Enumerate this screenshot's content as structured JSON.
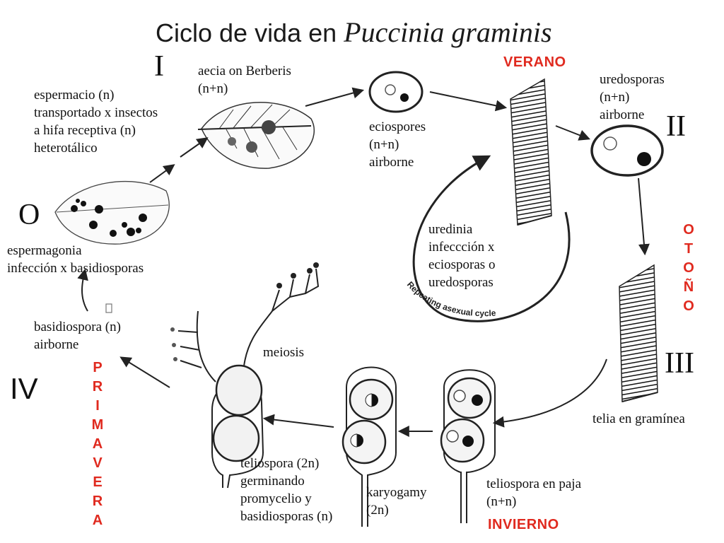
{
  "title": {
    "prefix": "Ciclo de vida en ",
    "species": "Puccinia graminis"
  },
  "stages": {
    "I": "I",
    "II": "II",
    "III": "III",
    "IV": "IV",
    "O": "O"
  },
  "seasons": {
    "summer": "VERANO",
    "autumn": [
      "O",
      "T",
      "O",
      "Ñ",
      "O"
    ],
    "winter": "INVIERNO",
    "spring": [
      "P",
      "R",
      "I",
      "M",
      "A",
      "V",
      "E",
      "R",
      "A"
    ]
  },
  "labels": {
    "aecia": [
      "aecia on Berberis",
      "(n+n)"
    ],
    "espermacio": [
      "espermacio (n)",
      "transportado x insectos",
      "a hifa receptiva (n)",
      "heterotálico"
    ],
    "eciospores": [
      "eciospores",
      "(n+n)",
      "airborne"
    ],
    "uredosporas": [
      "uredosporas",
      "(n+n)",
      "airborne"
    ],
    "uredinia": [
      "uredinia",
      "infeccción x",
      "eciosporas o",
      "uredosporas"
    ],
    "repeating": "Repeating asexual cycle",
    "espermagonia": [
      "espermagonia",
      "infección x basidiosporas"
    ],
    "basidiospora": [
      "basidiospora (n)",
      "airborne"
    ],
    "meiosis": "meiosis",
    "teliospora_germ": [
      "teliospora (2n)",
      "germinando",
      "promycelio y",
      "basidiosporas (n)"
    ],
    "karyogamy": [
      "karyogamy",
      "(2n)"
    ],
    "teliospora_paja": [
      "teliospora en paja",
      "(n+n)"
    ],
    "telia": "telia en gramínea"
  },
  "colors": {
    "season": "#e02a1f",
    "ink": "#222222"
  }
}
